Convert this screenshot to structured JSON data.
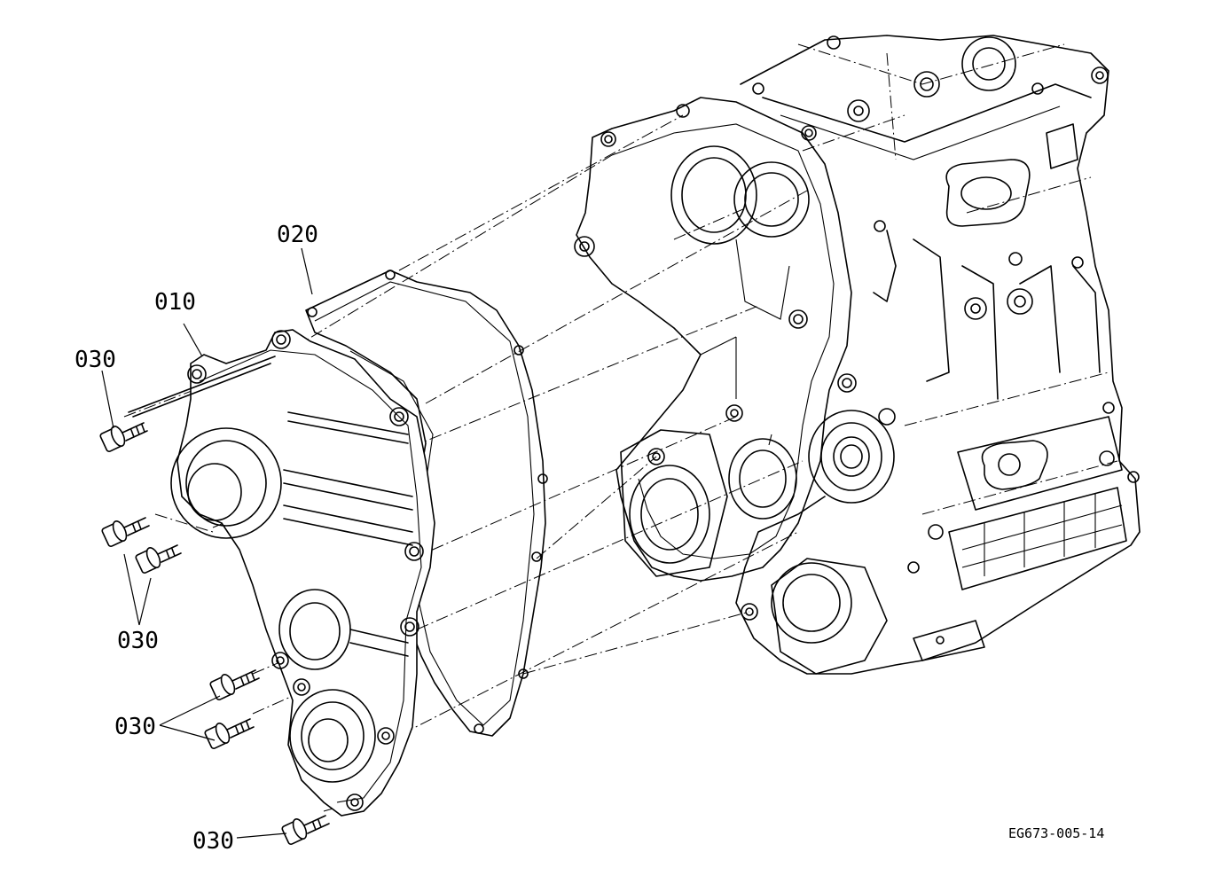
{
  "callouts": {
    "gear_case_cover": "010",
    "gasket": "020",
    "bolt_upper": "030",
    "bolt_middle": "030",
    "bolt_lower": "030",
    "bolt_bottom": "030"
  },
  "figure_code": "EG673-005-14"
}
